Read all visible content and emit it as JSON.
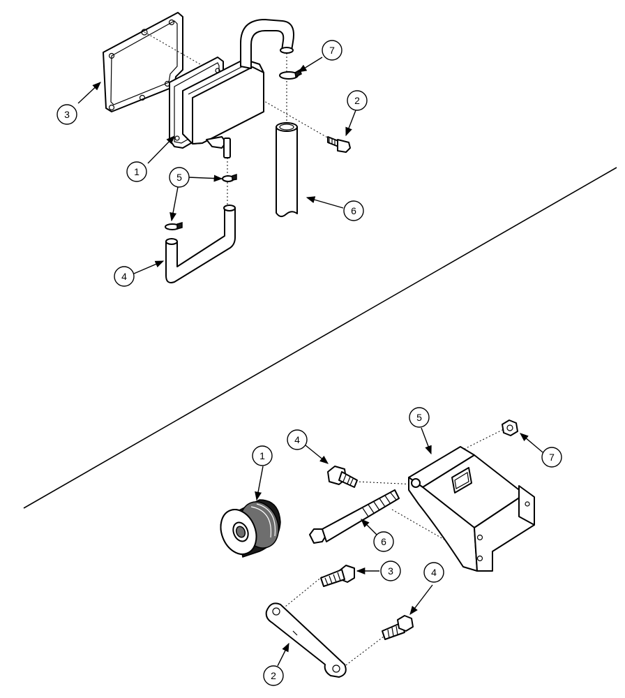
{
  "upper_assembly": {
    "callouts": [
      {
        "id": "upper-callout-3",
        "label": "3"
      },
      {
        "id": "upper-callout-1",
        "label": "1"
      },
      {
        "id": "upper-callout-7",
        "label": "7"
      },
      {
        "id": "upper-callout-2",
        "label": "2"
      },
      {
        "id": "upper-callout-5",
        "label": "5"
      },
      {
        "id": "upper-callout-6",
        "label": "6"
      },
      {
        "id": "upper-callout-4",
        "label": "4"
      }
    ]
  },
  "lower_assembly": {
    "callouts": [
      {
        "id": "lower-callout-1",
        "label": "1"
      },
      {
        "id": "lower-callout-4a",
        "label": "4"
      },
      {
        "id": "lower-callout-5",
        "label": "5"
      },
      {
        "id": "lower-callout-7",
        "label": "7"
      },
      {
        "id": "lower-callout-6",
        "label": "6"
      },
      {
        "id": "lower-callout-3",
        "label": "3"
      },
      {
        "id": "lower-callout-4b",
        "label": "4"
      },
      {
        "id": "lower-callout-2",
        "label": "2"
      }
    ]
  }
}
